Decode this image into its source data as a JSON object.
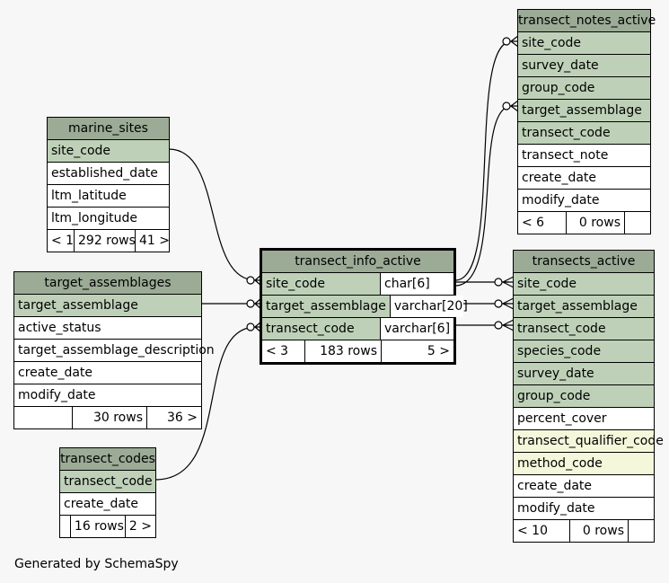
{
  "tables": {
    "marine_sites": {
      "title": "marine_sites",
      "rows": [
        "site_code",
        "established_date",
        "ltm_latitude",
        "ltm_longitude"
      ],
      "footer": [
        "< 1",
        "292 rows",
        "41 >"
      ]
    },
    "target_assemblages": {
      "title": "target_assemblages",
      "rows": [
        "target_assemblage",
        "active_status",
        "target_assemblage_description",
        "create_date",
        "modify_date"
      ],
      "footer": [
        "",
        "30 rows",
        "36 >"
      ]
    },
    "transect_codes": {
      "title": "transect_codes",
      "rows": [
        "transect_code",
        "create_date"
      ],
      "footer": [
        "",
        "16 rows",
        "2 >"
      ]
    },
    "transect_info_active": {
      "title": "transect_info_active",
      "rows": [
        "site_code",
        "target_assemblage",
        "transect_code"
      ],
      "types": [
        "char[6]",
        "varchar[20]",
        "varchar[6]"
      ],
      "footer": [
        "< 3",
        "183 rows",
        "5 >"
      ]
    },
    "transect_notes_active": {
      "title": "transect_notes_active",
      "rows": [
        "site_code",
        "survey_date",
        "group_code",
        "target_assemblage",
        "transect_code",
        "transect_note",
        "create_date",
        "modify_date"
      ],
      "footer": [
        "< 6",
        "0 rows",
        ""
      ]
    },
    "transects_active": {
      "title": "transects_active",
      "rows": [
        "site_code",
        "target_assemblage",
        "transect_code",
        "species_code",
        "survey_date",
        "group_code",
        "percent_cover",
        "transect_qualifier_code",
        "method_code",
        "create_date",
        "modify_date"
      ],
      "footer": [
        "< 10",
        "0 rows",
        ""
      ]
    }
  },
  "footer_text": "Generated by SchemaSpy"
}
